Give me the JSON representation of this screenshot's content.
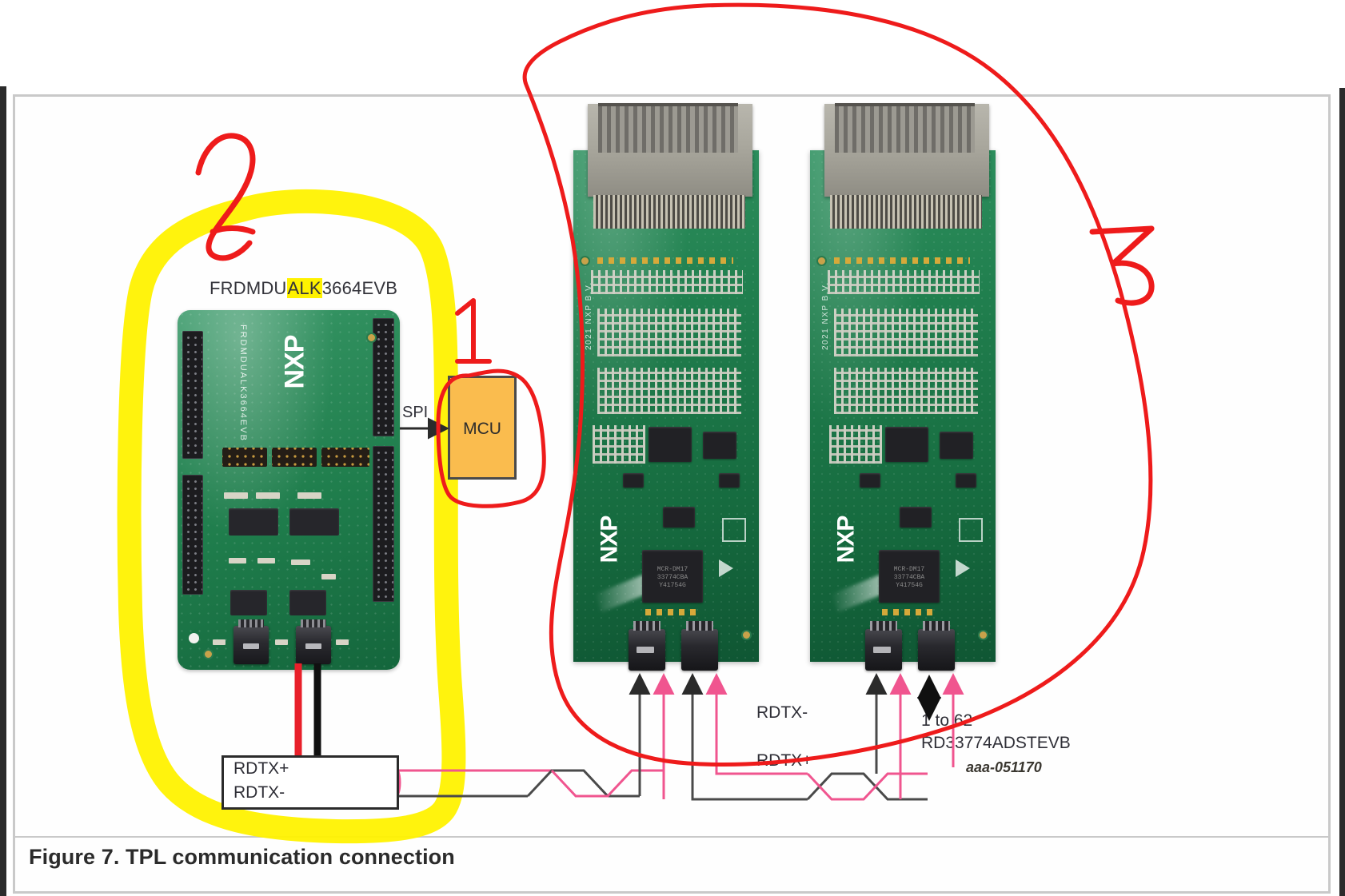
{
  "document": {
    "figure_caption": "Figure 7.  TPL communication connection",
    "artwork_code": "aaa-051170"
  },
  "boards": {
    "frdm": {
      "label_prefix": "FRDMDU",
      "label_highlight": "ALK",
      "label_suffix": "3664EVB",
      "full_label": "FRDMDUALK3664EVB",
      "silkscreen": "FRDMDUALK3664EVB",
      "logo": "NXP"
    },
    "rd33774": {
      "label": "RD33774ADSTEVB",
      "count_label": "1 to 62",
      "logo": "NXP",
      "silkscreen": "2021 NXP B.V.",
      "chip_text": "MCR-DM17\n33774CBA\nY41754G"
    }
  },
  "blocks": {
    "mcu": {
      "label": "MCU"
    },
    "spi_bus": {
      "label": "SPI"
    }
  },
  "signals": {
    "rdtx_plus": "RDTX+",
    "rdtx_minus": "RDTX-",
    "left_box_top": "RDTX+",
    "left_box_bottom": "RDTX-",
    "right_upper": "RDTX-",
    "right_lower": "RDTX+"
  },
  "annotations": {
    "marker_1": "1",
    "marker_2": "2",
    "marker_3": "3",
    "pen_color": "#ee1b1b",
    "highlighter_color": "#fff200"
  },
  "colors": {
    "mcu_fill": "#fabc4e",
    "mcu_border": "#4a4a4a",
    "wire_pink": "#f0558f",
    "wire_dark": "#4a4a4a",
    "wire_red": "#e8202a",
    "wire_black": "#101010",
    "pcb_green": "#1f7d4c",
    "page_border": "#c9c9c9"
  }
}
